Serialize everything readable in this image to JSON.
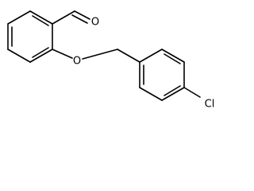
{
  "atoms": {
    "aldehyde_oxygen": "O",
    "ether_oxygen": "O",
    "chlorine": "Cl"
  },
  "colors": {
    "bond": "#000000",
    "label": "#000000",
    "background": "#ffffff"
  }
}
